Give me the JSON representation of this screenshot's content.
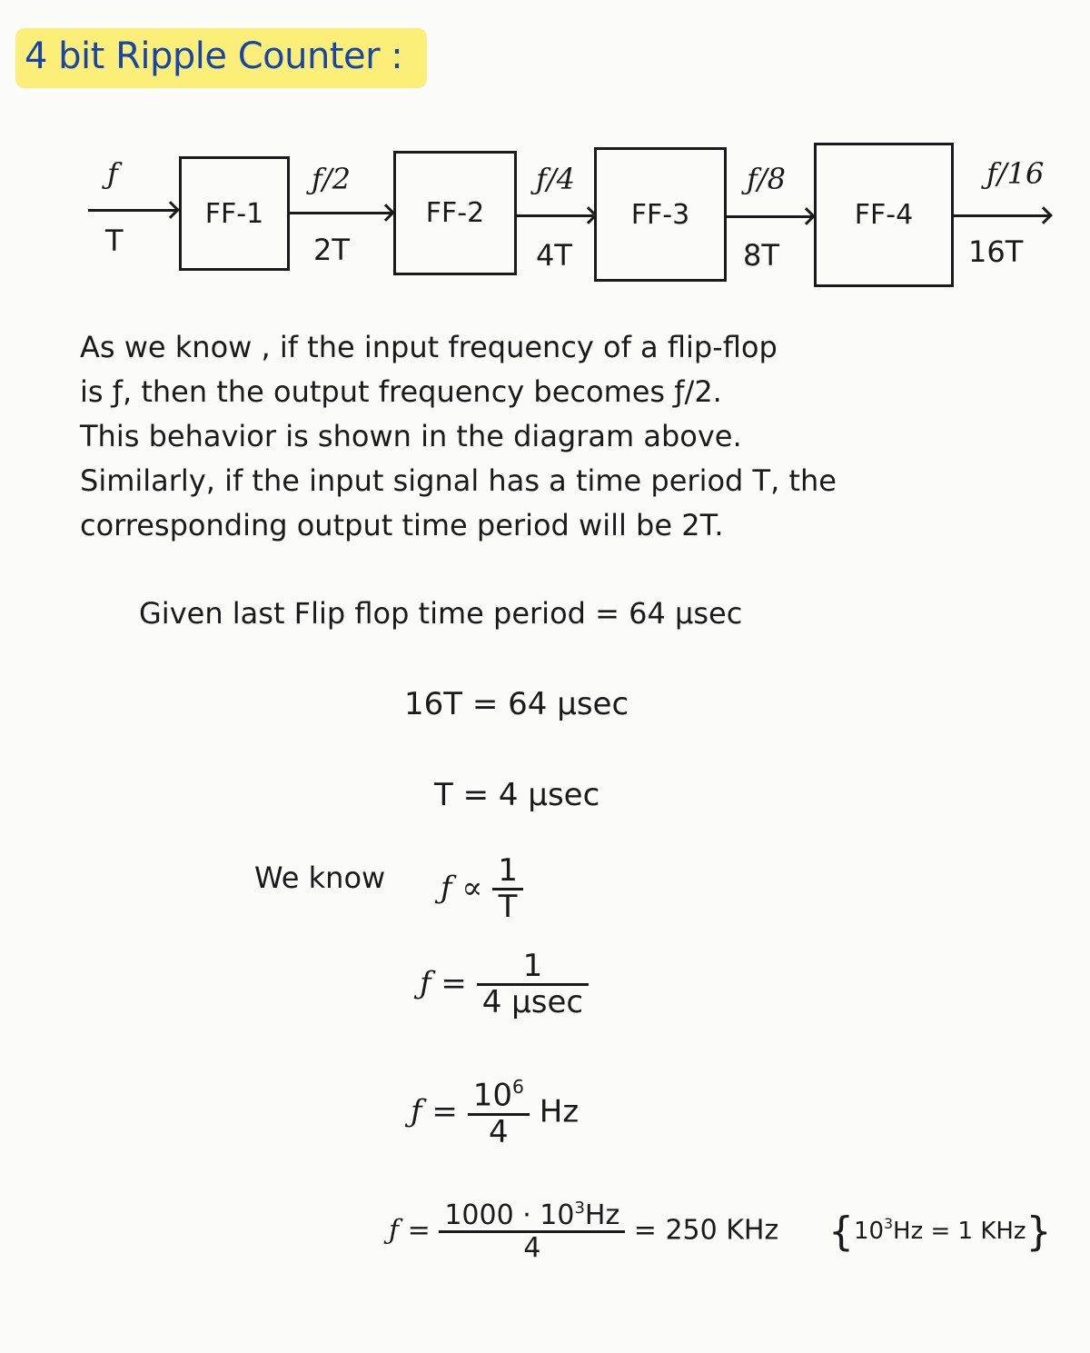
{
  "title": "4 bit Ripple Counter :",
  "diagram": {
    "input": {
      "freq": "ƒ",
      "period": "T"
    },
    "flip_flops": [
      {
        "label": "FF-1",
        "out_freq": "ƒ/2",
        "out_period": "2T"
      },
      {
        "label": "FF-2",
        "out_freq": "ƒ/4",
        "out_period": "4T"
      },
      {
        "label": "FF-3",
        "out_freq": "ƒ/8",
        "out_period": "8T"
      },
      {
        "label": "FF-4",
        "out_freq": "ƒ/16",
        "out_period": "16T"
      }
    ]
  },
  "explanation": [
    "As we know , if the input frequency of a flip-flop",
    "is ƒ, then the output frequency becomes ƒ/2.",
    "This behavior is shown in the diagram above.",
    "Similarly, if the input signal has a time period T, the",
    "corresponding output time period will be 2T."
  ],
  "given": "Given last Flip flop time period = 64 μsec",
  "steps": {
    "step1": "16T = 64 μsec",
    "step2": "T = 4 μsec",
    "we_know_label": "We know",
    "proportional": {
      "lhs": "ƒ ∝",
      "num": "1",
      "den": "T"
    },
    "f_eq1": {
      "lhs": "ƒ =",
      "num": "1",
      "den": "4 μsec"
    },
    "f_eq2": {
      "lhs": "ƒ =",
      "num_base": "10",
      "num_exp": "6",
      "den": "4",
      "unit": "Hz"
    },
    "f_eq3": {
      "lhs": "ƒ =",
      "num_pre": "1000 · 10",
      "num_exp": "3",
      "num_post": "Hz",
      "den": "4",
      "result": "= 250 KHz"
    },
    "note": {
      "base": "10",
      "exp": "3",
      "rest": "Hz = 1 KHz"
    }
  }
}
